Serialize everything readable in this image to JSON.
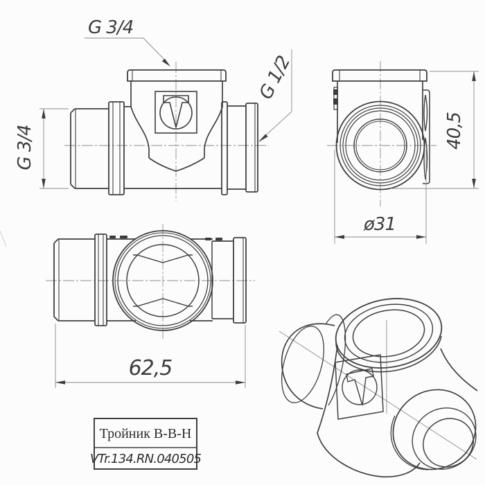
{
  "drawing": {
    "part_name": "Тройник В-В-Н",
    "part_code": "VTr.134.RN.040505",
    "dimensions": {
      "top_thread": "G 3/4",
      "left_thread": "G 3/4",
      "right_thread": "G 1/2",
      "height": "40,5",
      "port_diameter": "ø31",
      "length": "62,5"
    },
    "colors": {
      "line": "#3f3f3f",
      "thin_line": "#8a8a8a",
      "background": "#fcfcfc"
    }
  }
}
